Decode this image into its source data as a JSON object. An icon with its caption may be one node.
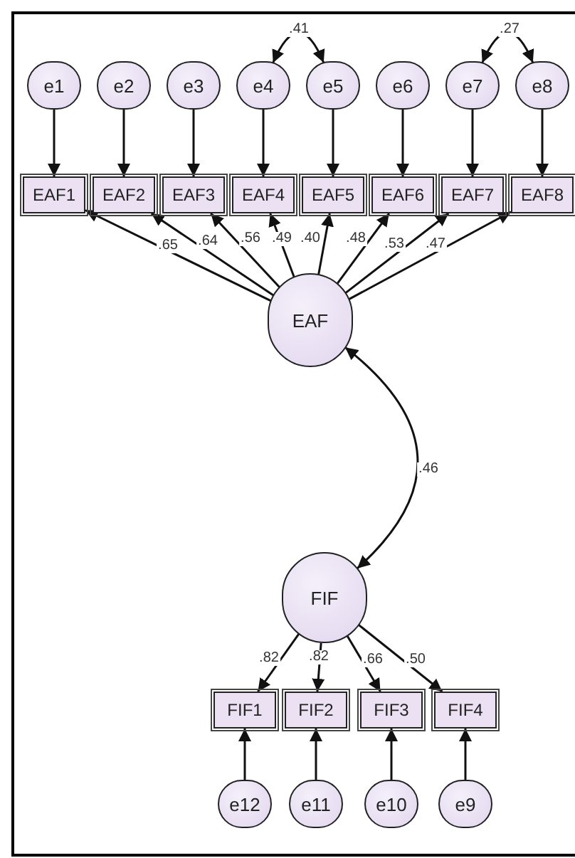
{
  "diagram": {
    "nodes": [
      {
        "text": [
          "e1"
        ]
      },
      {
        "text": [
          "e2"
        ]
      },
      {
        "text": [
          "e3"
        ]
      },
      {
        "text": [
          "e4"
        ]
      },
      {
        "text": [
          "e5"
        ]
      },
      {
        "text": [
          "e6"
        ]
      },
      {
        "text": [
          "e7"
        ]
      },
      {
        "text": [
          "e8"
        ]
      },
      {
        "text": [
          "EAF1"
        ]
      },
      {
        "text": [
          "EAF2"
        ]
      },
      {
        "text": [
          "EAF3"
        ]
      },
      {
        "text": [
          "EAF4"
        ]
      },
      {
        "text": [
          "EAF5"
        ]
      },
      {
        "text": [
          "EAF6"
        ]
      },
      {
        "text": [
          "EAF7"
        ]
      },
      {
        "text": [
          "EAF8"
        ]
      },
      {
        "text": [
          "EAF"
        ]
      },
      {
        "text": [
          "FIF"
        ]
      },
      {
        "text": [
          "FIF1"
        ]
      },
      {
        "text": [
          "FIF2"
        ]
      },
      {
        "text": [
          "FIF3"
        ]
      },
      {
        "text": [
          "FIF4"
        ]
      },
      {
        "text": [
          "e12"
        ]
      },
      {
        "text": [
          "e11"
        ]
      },
      {
        "text": [
          "e10"
        ]
      },
      {
        "text": [
          "e9"
        ]
      }
    ],
    "edges": [
      {
        "from": 0,
        "to": 8,
        "arrow": "to"
      },
      {
        "from": 1,
        "to": 9,
        "arrow": "to"
      },
      {
        "from": 2,
        "to": 10,
        "arrow": "to"
      },
      {
        "from": 3,
        "to": 11,
        "arrow": "to"
      },
      {
        "from": 4,
        "to": 12,
        "arrow": "to"
      },
      {
        "from": 5,
        "to": 13,
        "arrow": "to"
      },
      {
        "from": 6,
        "to": 14,
        "arrow": "to"
      },
      {
        "from": 7,
        "to": 15,
        "arrow": "to"
      },
      {
        "from": 3,
        "to": 4,
        "arrow": "both",
        "label": ".41"
      },
      {
        "from": 6,
        "to": 7,
        "arrow": "both",
        "label": ".27"
      },
      {
        "from": 16,
        "to": 8,
        "arrow": "to",
        "label": ".65"
      },
      {
        "from": 16,
        "to": 9,
        "arrow": "to",
        "label": ".64"
      },
      {
        "from": 16,
        "to": 10,
        "arrow": "to",
        "label": ".56"
      },
      {
        "from": 16,
        "to": 11,
        "arrow": "to",
        "label": ".49"
      },
      {
        "from": 16,
        "to": 12,
        "arrow": "to",
        "label": ".40"
      },
      {
        "from": 16,
        "to": 13,
        "arrow": "to",
        "label": ".48"
      },
      {
        "from": 16,
        "to": 14,
        "arrow": "to",
        "label": ".53"
      },
      {
        "from": 16,
        "to": 15,
        "arrow": "to",
        "label": ".47"
      },
      {
        "from": 16,
        "to": 17,
        "arrow": "both",
        "label": ".46"
      },
      {
        "from": 17,
        "to": 18,
        "arrow": "to",
        "label": ".82"
      },
      {
        "from": 17,
        "to": 19,
        "arrow": "to",
        "label": ".82"
      },
      {
        "from": 17,
        "to": 20,
        "arrow": "to",
        "label": ".66"
      },
      {
        "from": 17,
        "to": 21,
        "arrow": "to",
        "label": ".50"
      },
      {
        "from": 22,
        "to": 18,
        "arrow": "to"
      },
      {
        "from": 23,
        "to": 19,
        "arrow": "to"
      },
      {
        "from": 24,
        "to": 20,
        "arrow": "to"
      },
      {
        "from": 25,
        "to": 21,
        "arrow": "to"
      }
    ]
  }
}
